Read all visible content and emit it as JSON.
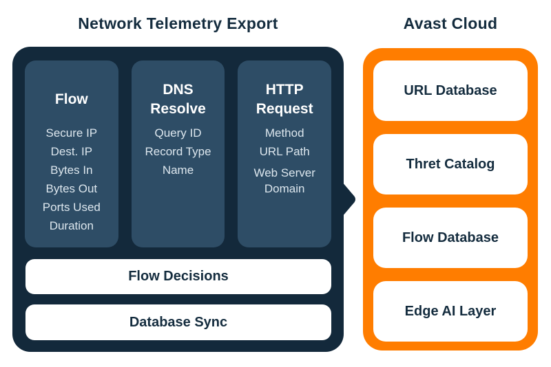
{
  "colors": {
    "background": "#ffffff",
    "dark_panel": "#13293b",
    "column_fill": "#2e4d66",
    "orange_panel": "#ff7d00",
    "dark_text": "#142c3e",
    "item_text": "#dde7ee",
    "box_fill": "#ffffff"
  },
  "telemetry_section": {
    "title": "Network Telemetry Export",
    "columns": [
      {
        "title": "Flow",
        "items": [
          "Secure IP",
          "Dest. IP",
          "Bytes In",
          "Bytes Out",
          "Ports Used",
          "Duration"
        ]
      },
      {
        "title": "DNS Resolve",
        "items": [
          "Query ID",
          "Record Type",
          "Name"
        ]
      },
      {
        "title": "HTTP Request",
        "items": [
          "Method",
          "URL Path",
          "Web Server Domain"
        ]
      }
    ],
    "bars": [
      {
        "label": "Flow Decisions"
      },
      {
        "label": "Database Sync"
      }
    ]
  },
  "cloud_section": {
    "title": "Avast Cloud",
    "boxes": [
      {
        "label": "URL Database"
      },
      {
        "label": "Thret Catalog"
      },
      {
        "label": "Flow Database"
      },
      {
        "label": "Edge AI Layer"
      }
    ]
  }
}
